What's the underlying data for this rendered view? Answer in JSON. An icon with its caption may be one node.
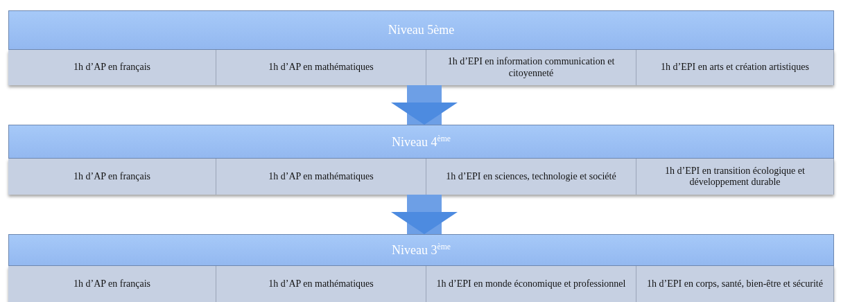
{
  "diagram": {
    "nodes": [
      {
        "text": [
          "Niveau 5ème"
        ]
      },
      {
        "text": [
          "1h d’AP en français"
        ]
      },
      {
        "text": [
          "1h d’AP en mathématiques"
        ]
      },
      {
        "text": [
          "1h d’EPI en information communication et citoyenneté"
        ]
      },
      {
        "text": [
          "1h d’EPI en arts et création artistiques"
        ]
      },
      {
        "text": [
          "Niveau 4$^{ème}$"
        ]
      },
      {
        "text": [
          "1h d’AP en français"
        ]
      },
      {
        "text": [
          "1h d’AP en mathématiques"
        ]
      },
      {
        "text": [
          "1h d’EPI en sciences, technologie et société"
        ]
      },
      {
        "text": [
          "1h d’EPI en transition écologique et développement durable"
        ]
      },
      {
        "text": [
          "Niveau 3$^{ème}$"
        ]
      },
      {
        "text": [
          "1h d’AP en français"
        ]
      },
      {
        "text": [
          "1h d’AP en mathématiques"
        ]
      },
      {
        "text": [
          "1h d’EPI en monde économique et professionnel"
        ]
      },
      {
        "text": [
          "1h d’EPI en corps, santé, bien-être et sécurité"
        ]
      }
    ],
    "edges": [
      {
        "from": 2,
        "to": 5,
        "arrow": "to"
      },
      {
        "from": 7,
        "to": 10,
        "arrow": "to"
      }
    ]
  }
}
